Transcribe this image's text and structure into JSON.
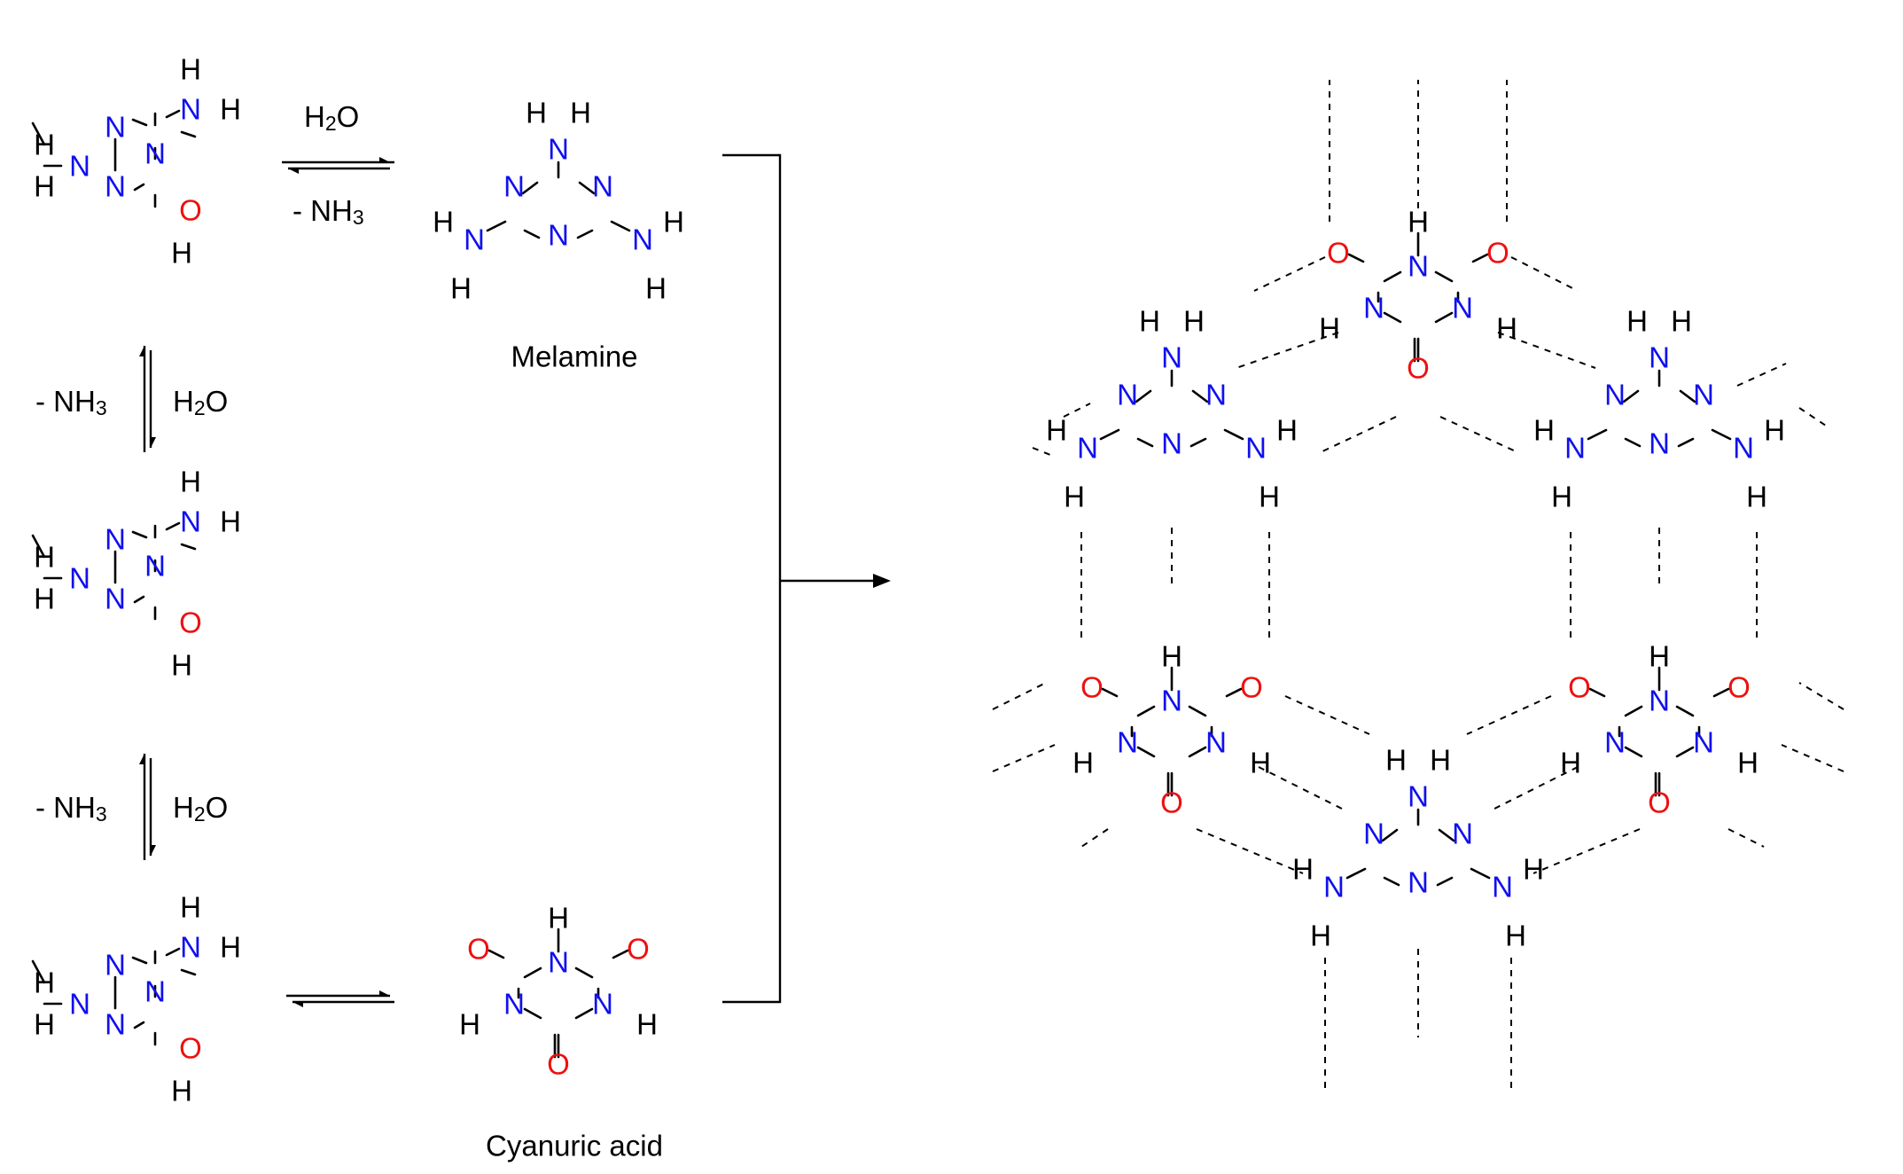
{
  "atoms": {
    "N": "N",
    "H": "H",
    "O": "O"
  },
  "colors": {
    "nitrogen": "#1010ee",
    "oxygen": "#ee1010",
    "carbon_bond": "#000000"
  },
  "conditions": {
    "water": "H",
    "water_sub": "2",
    "water_tail": "O",
    "ammonia": "- NH",
    "ammonia_sub": "3"
  },
  "labels": {
    "melamine": "Melamine",
    "cyanuric_acid": "Cyanuric acid"
  }
}
